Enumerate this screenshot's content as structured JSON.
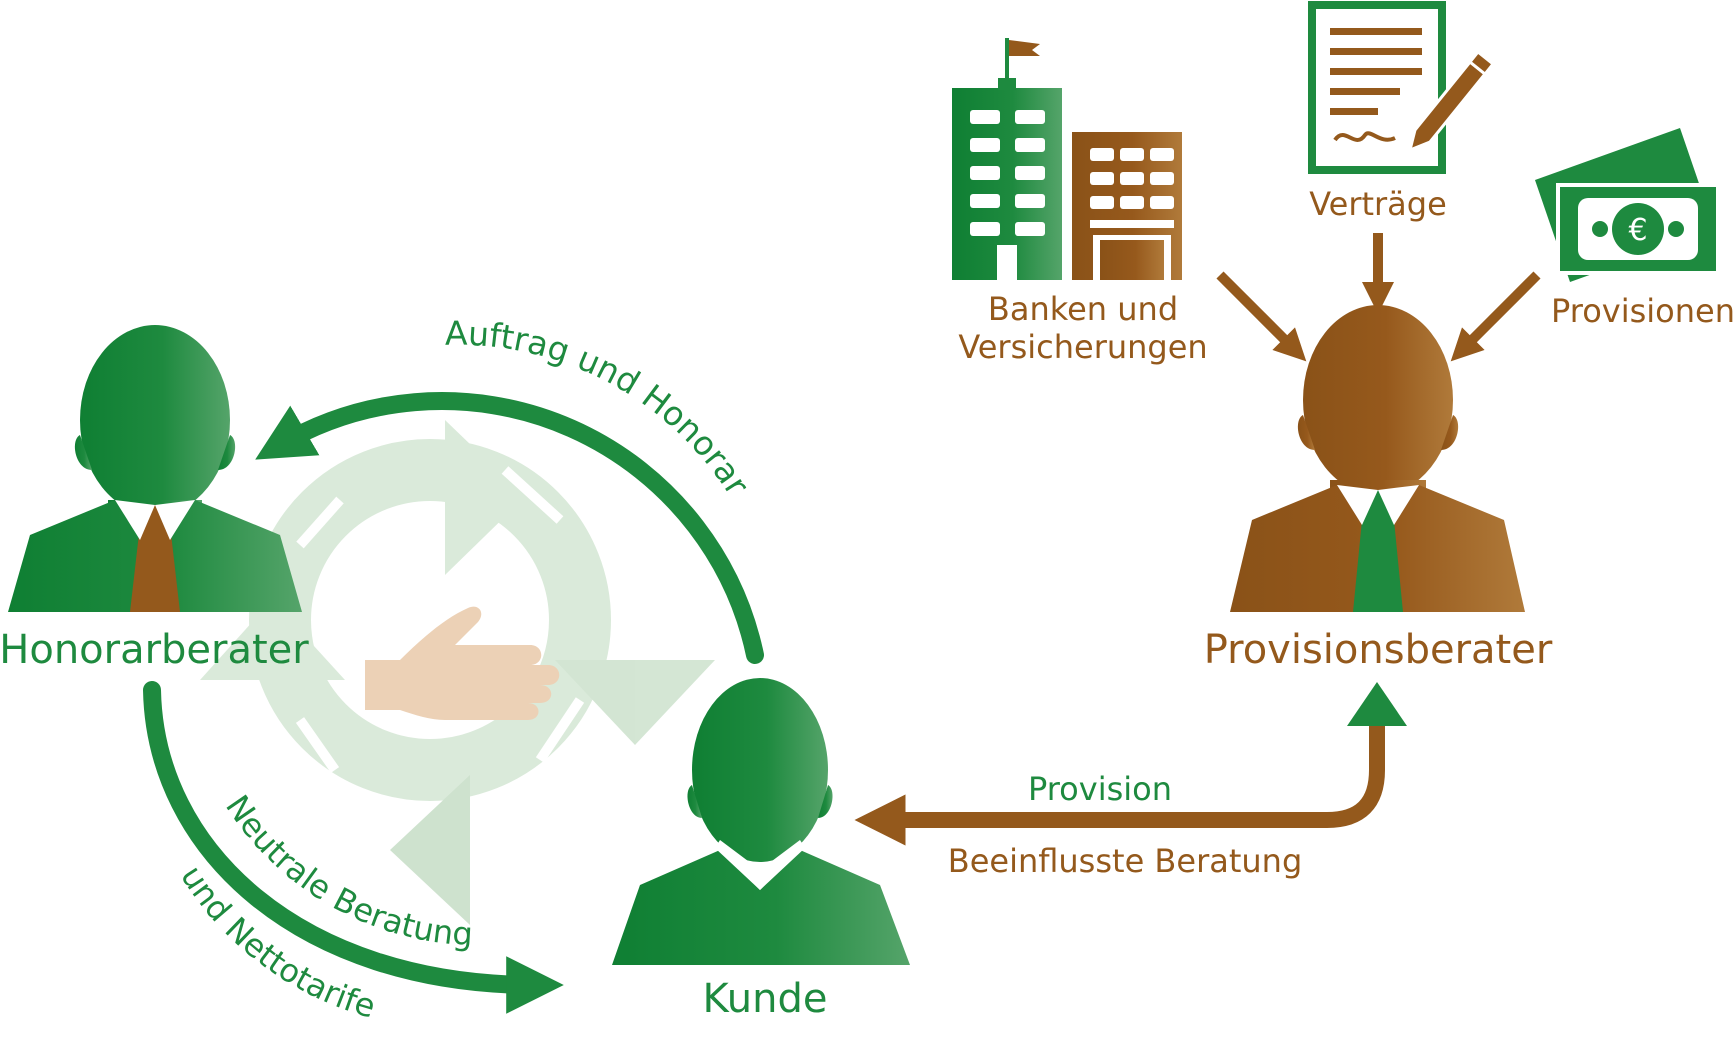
{
  "colors": {
    "green": "#1e8a3f",
    "green_light": "#4a9e5e",
    "brown": "#94591c",
    "brown_light": "#b07a3a",
    "pale_green": "#cfe3cf",
    "hand": "#ecd1b6"
  },
  "labels": {
    "honorarberater": "Honorarberater",
    "provisionsberater": "Provisionsberater",
    "kunde": "Kunde",
    "auftrag": "Auftrag und Honorar",
    "neutrale": "Neutrale Beratung",
    "netto": "und Nettotarife",
    "provision": "Provision",
    "beeinflusste": "Beeinflusste Beratung",
    "banken_line1": "Banken und",
    "banken_line2": "Versicherungen",
    "vertraege": "Verträge",
    "provisionen": "Provisionen"
  },
  "icons": {
    "honorarberater": "person-icon",
    "provisionsberater": "person-icon",
    "kunde": "person-icon",
    "banks": "buildings-icon",
    "contract": "contract-icon",
    "money": "money-icon",
    "cycle": "cycle-arrows-icon",
    "hand": "hand-icon"
  }
}
